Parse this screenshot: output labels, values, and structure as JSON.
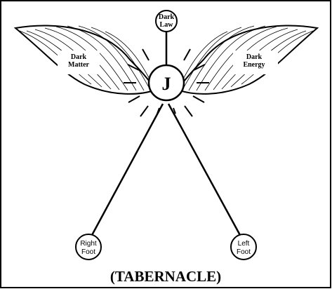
{
  "diagram": {
    "nodes": {
      "top": {
        "line1": "Dark",
        "line2": "Law"
      },
      "center": {
        "label": "J"
      },
      "right_foot": {
        "line1": "Right",
        "line2": "Foot"
      },
      "left_foot": {
        "line1": "Left",
        "line2": "Foot"
      }
    },
    "wings": {
      "left": {
        "line1": "Dark",
        "line2": "Matter"
      },
      "right": {
        "line1": "Dark",
        "line2": "Energy"
      }
    },
    "caption": "(TABERNACLE)"
  },
  "colors": {
    "stroke": "#000000",
    "frame": "#000000",
    "background": "#ffffff"
  }
}
